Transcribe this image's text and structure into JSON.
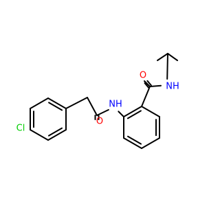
{
  "molecule": {
    "atoms": [
      {
        "id": "Cl",
        "label": "Cl",
        "color": "#00cc00"
      },
      {
        "id": "NH1",
        "label": "NH",
        "color": "#0000ff"
      },
      {
        "id": "NH2",
        "label": "NH",
        "color": "#0000ff"
      },
      {
        "id": "O1",
        "label": "O",
        "color": "#ff0000"
      },
      {
        "id": "O2",
        "label": "O",
        "color": "#ff0000"
      }
    ],
    "colors": {
      "bond": "#000000",
      "background": "#ffffff"
    }
  }
}
